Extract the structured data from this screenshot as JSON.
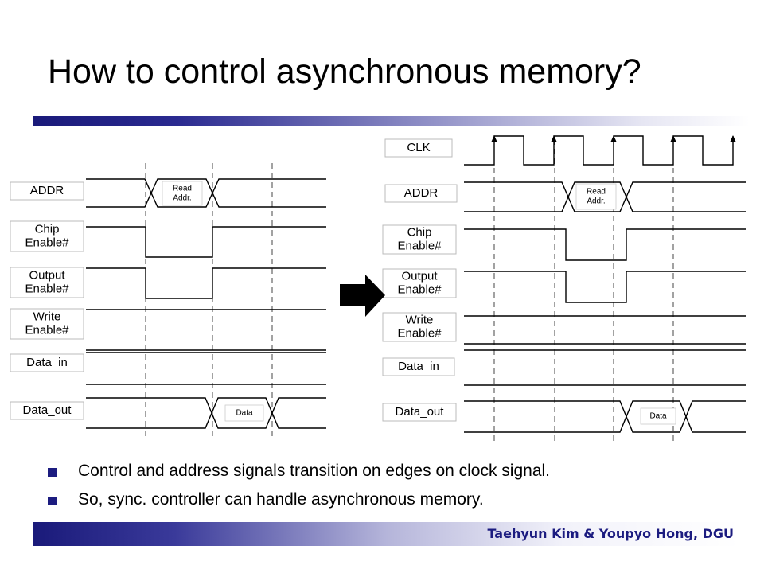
{
  "title": "How to control asynchronous memory?",
  "bullets": [
    "Control and address signals transition on edges on clock signal.",
    "So, sync. controller can handle asynchronous memory."
  ],
  "footer": "Taehyun Kim & Youpyo Hong, DGU",
  "left_diagram": {
    "signals": [
      "ADDR",
      "Chip\nEnable#",
      "Output\nEnable#",
      "Write\nEnable#",
      "Data_in",
      "Data_out"
    ],
    "addr_label": "Read\nAddr.",
    "data_label": "Data"
  },
  "right_diagram": {
    "signals": [
      "CLK",
      "ADDR",
      "Chip\nEnable#",
      "Output\nEnable#",
      "Write\nEnable#",
      "Data_in",
      "Data_out"
    ],
    "addr_label": "Read\nAddr.",
    "data_label": "Data"
  },
  "arrow_icon": "right-arrow-icon",
  "colors": {
    "accent": "#1c1c80"
  }
}
